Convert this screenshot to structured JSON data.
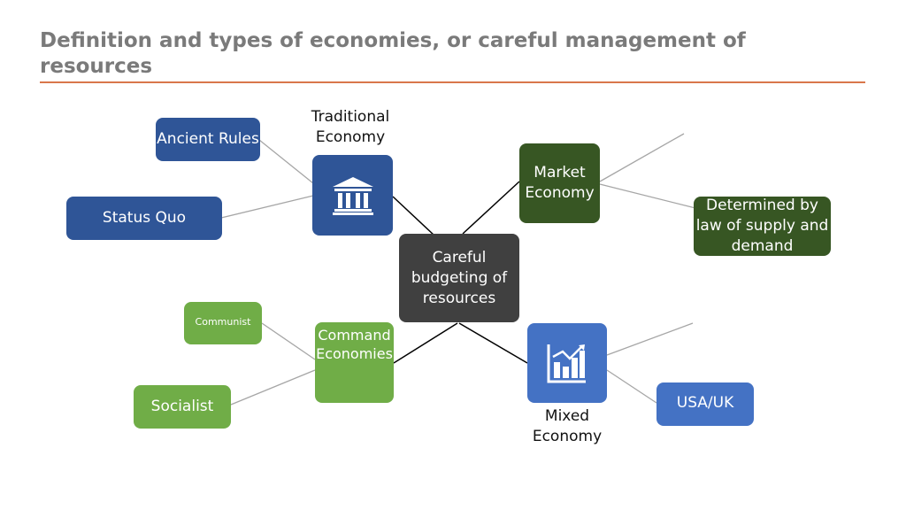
{
  "title": "Definition and types of economies, or careful management of resources",
  "center": {
    "label": "Careful budgeting of resources"
  },
  "traditional": {
    "caption": "Traditional Economy",
    "icon": "bank-icon",
    "children": [
      "Ancient Rules",
      "Status Quo"
    ]
  },
  "market": {
    "label": "Market Economy",
    "children": [
      "Determined by law of supply and demand"
    ]
  },
  "command": {
    "label": "Command Economies",
    "children": [
      "Communist",
      "Socialist"
    ]
  },
  "mixed": {
    "caption": "Mixed Economy",
    "icon": "bar-chart-icon",
    "children": [
      "USA/UK"
    ]
  },
  "colors": {
    "title": "#7a7a7a",
    "rule": "#d9774b",
    "traditional": "#2f5597",
    "market": "#375623",
    "command": "#70ad47",
    "mixed": "#4472c4",
    "center": "#404040"
  }
}
